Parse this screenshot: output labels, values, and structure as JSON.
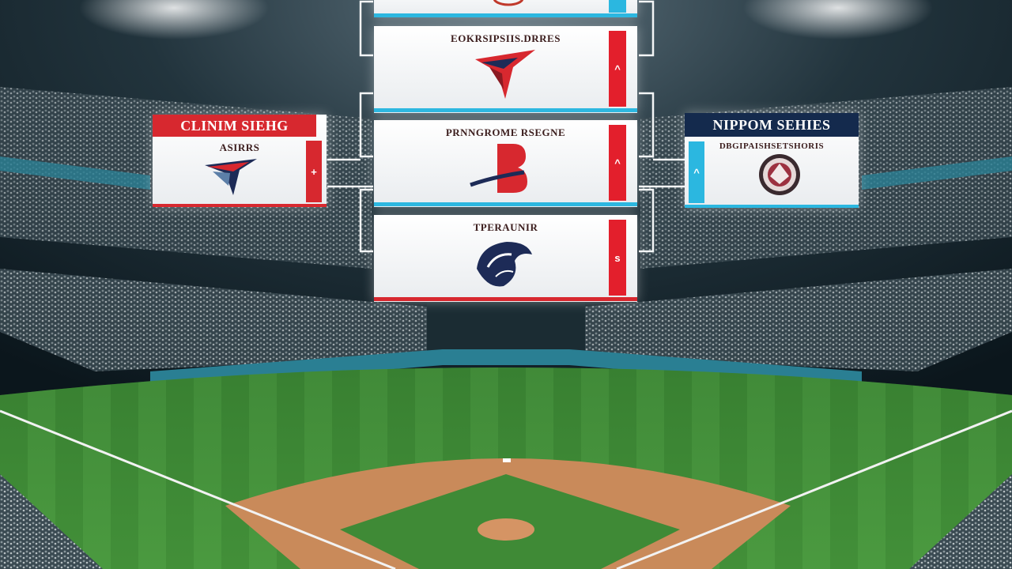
{
  "left_card": {
    "header": "CLINIM SIEHG",
    "subtitle": "ASIRRS",
    "side_mark": "+",
    "logo": "swoosh-logo-icon"
  },
  "right_card": {
    "header": "NIPPOM SEHIES",
    "subtitle": "DBGIPAISHSETSHORIS",
    "side_mark": "^",
    "logo": "circle-crest-logo-icon"
  },
  "center_cards": [
    {
      "subtitle": "",
      "side_mark": "",
      "logo": "top-partial-logo-icon"
    },
    {
      "subtitle": "EOKRSIPSIIS.DRRES",
      "side_mark": "^",
      "logo": "arrow-wing-logo-icon"
    },
    {
      "subtitle": "PRNNGROME RSEGNE",
      "side_mark": "^",
      "logo": "letter-b-logo-icon"
    },
    {
      "subtitle": "TPERAUNIR",
      "side_mark": "s",
      "logo": "horse-head-logo-icon"
    }
  ],
  "colors": {
    "accent_red": "#d7282f",
    "accent_blue": "#2bb7e0",
    "navy": "#142a4d",
    "field_green": "#3f8a36",
    "dirt": "#c98a5a"
  }
}
